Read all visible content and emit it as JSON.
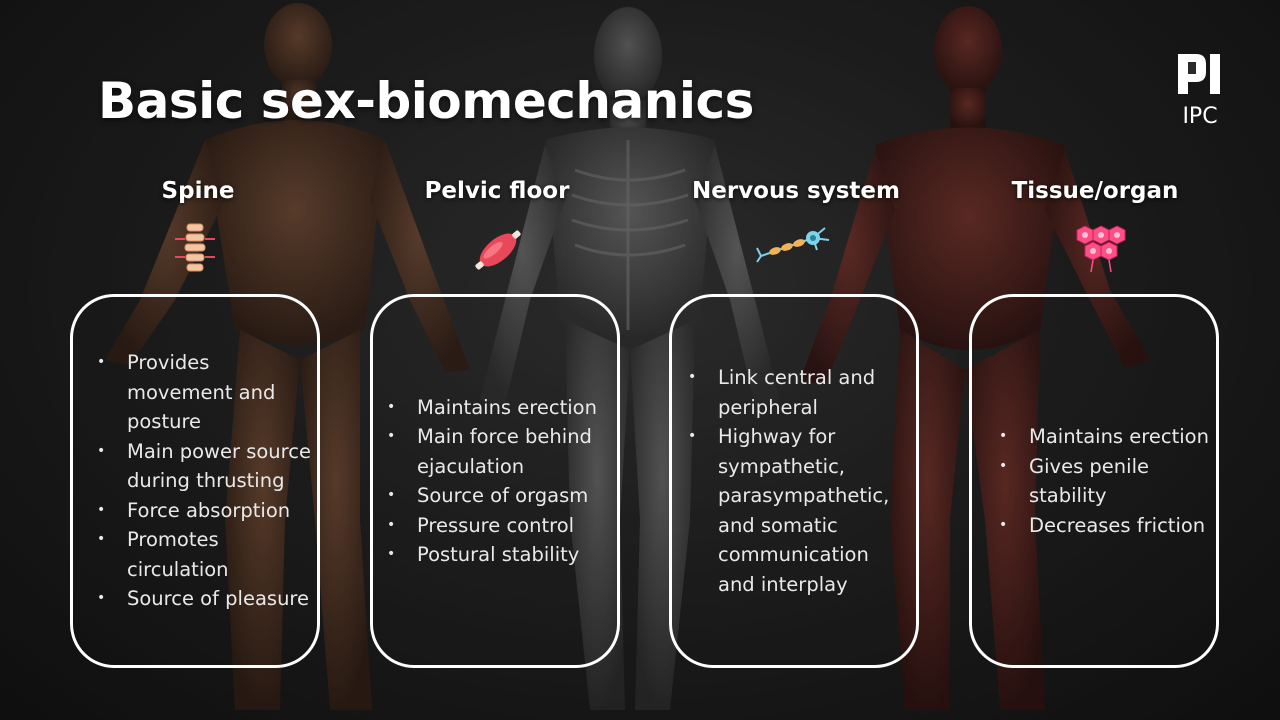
{
  "slide": {
    "title": "Basic sex-biomechanics",
    "logo": {
      "icon": "ipc-logo-icon",
      "text": "IPC"
    }
  },
  "columns": [
    {
      "heading": "Spine",
      "icon": "spine-icon",
      "items": [
        "Provides movement and posture",
        "Main power source during thrusting",
        "Force absorption",
        "Promotes circulation",
        "Source of pleasure"
      ]
    },
    {
      "heading": "Pelvic floor",
      "icon": "muscle-icon",
      "items": [
        "Maintains erection",
        "Main force behind ejaculation",
        "Source of orgasm",
        "Pressure control",
        "Postural stability"
      ]
    },
    {
      "heading": "Nervous system",
      "icon": "neuron-icon",
      "items": [
        "Link central and peripheral",
        "Highway for sympathetic, parasympathetic, and somatic communication and interplay"
      ]
    },
    {
      "heading": "Tissue/organ",
      "icon": "cells-icon",
      "items": [
        "Maintains erection",
        "Gives penile stability",
        "Decreases friction"
      ]
    }
  ],
  "colors": {
    "text": "#ffffff",
    "card_border": "#ffffff",
    "spine_accent": "#f2c6a0",
    "muscle_accent": "#e8485a",
    "neuron_accent": "#7fd3e8",
    "cells_accent": "#ff4f86"
  }
}
